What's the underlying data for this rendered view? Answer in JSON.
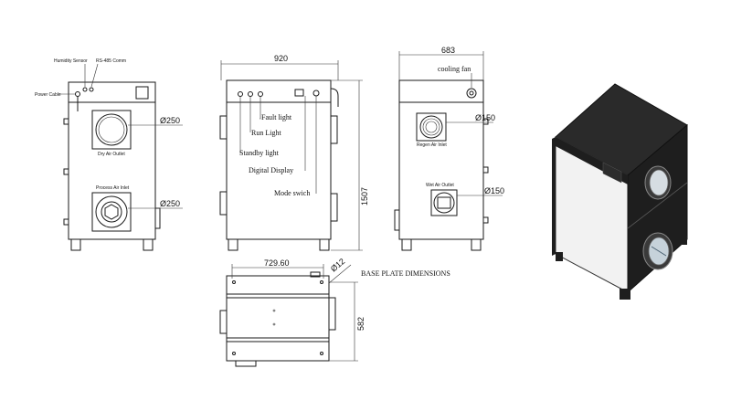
{
  "front_view": {
    "humidity_sensor": "Humidity Sensor",
    "rs485_comm": "RS-485 Comm",
    "power_cable": "Power Cable",
    "dry_air_outlet": "Dry Air Outlet",
    "process_air_inlet": "Process Air Inlet",
    "dia_dry_outlet": "Ø250",
    "dia_process_inlet": "Ø250"
  },
  "side_view": {
    "width_dim": "920",
    "height_dim": "1507",
    "fault_light": "Fault light",
    "run_light": "Run Light",
    "standby_light": "Standby light",
    "digital_display": "Digital Display",
    "mode_switch": "Mode swich"
  },
  "rear_view": {
    "width_dim": "683",
    "cooling_fan": "cooling fan",
    "regen_air_inlet": "Regen Air Inlet",
    "wet_air_outlet": "Wet Air Outlet",
    "dia_regen_inlet": "Ø150",
    "dia_wet_outlet": "Ø150"
  },
  "base_view": {
    "title": "BASE PLATE DIMENSIONS",
    "width_dim": "729.60",
    "depth_dim": "582",
    "hole_dim": "Ø12"
  },
  "colors": {
    "line": "#1a1a1a",
    "panel_dark": "#1e1e1e",
    "panel_light": "#f2f2f2"
  }
}
